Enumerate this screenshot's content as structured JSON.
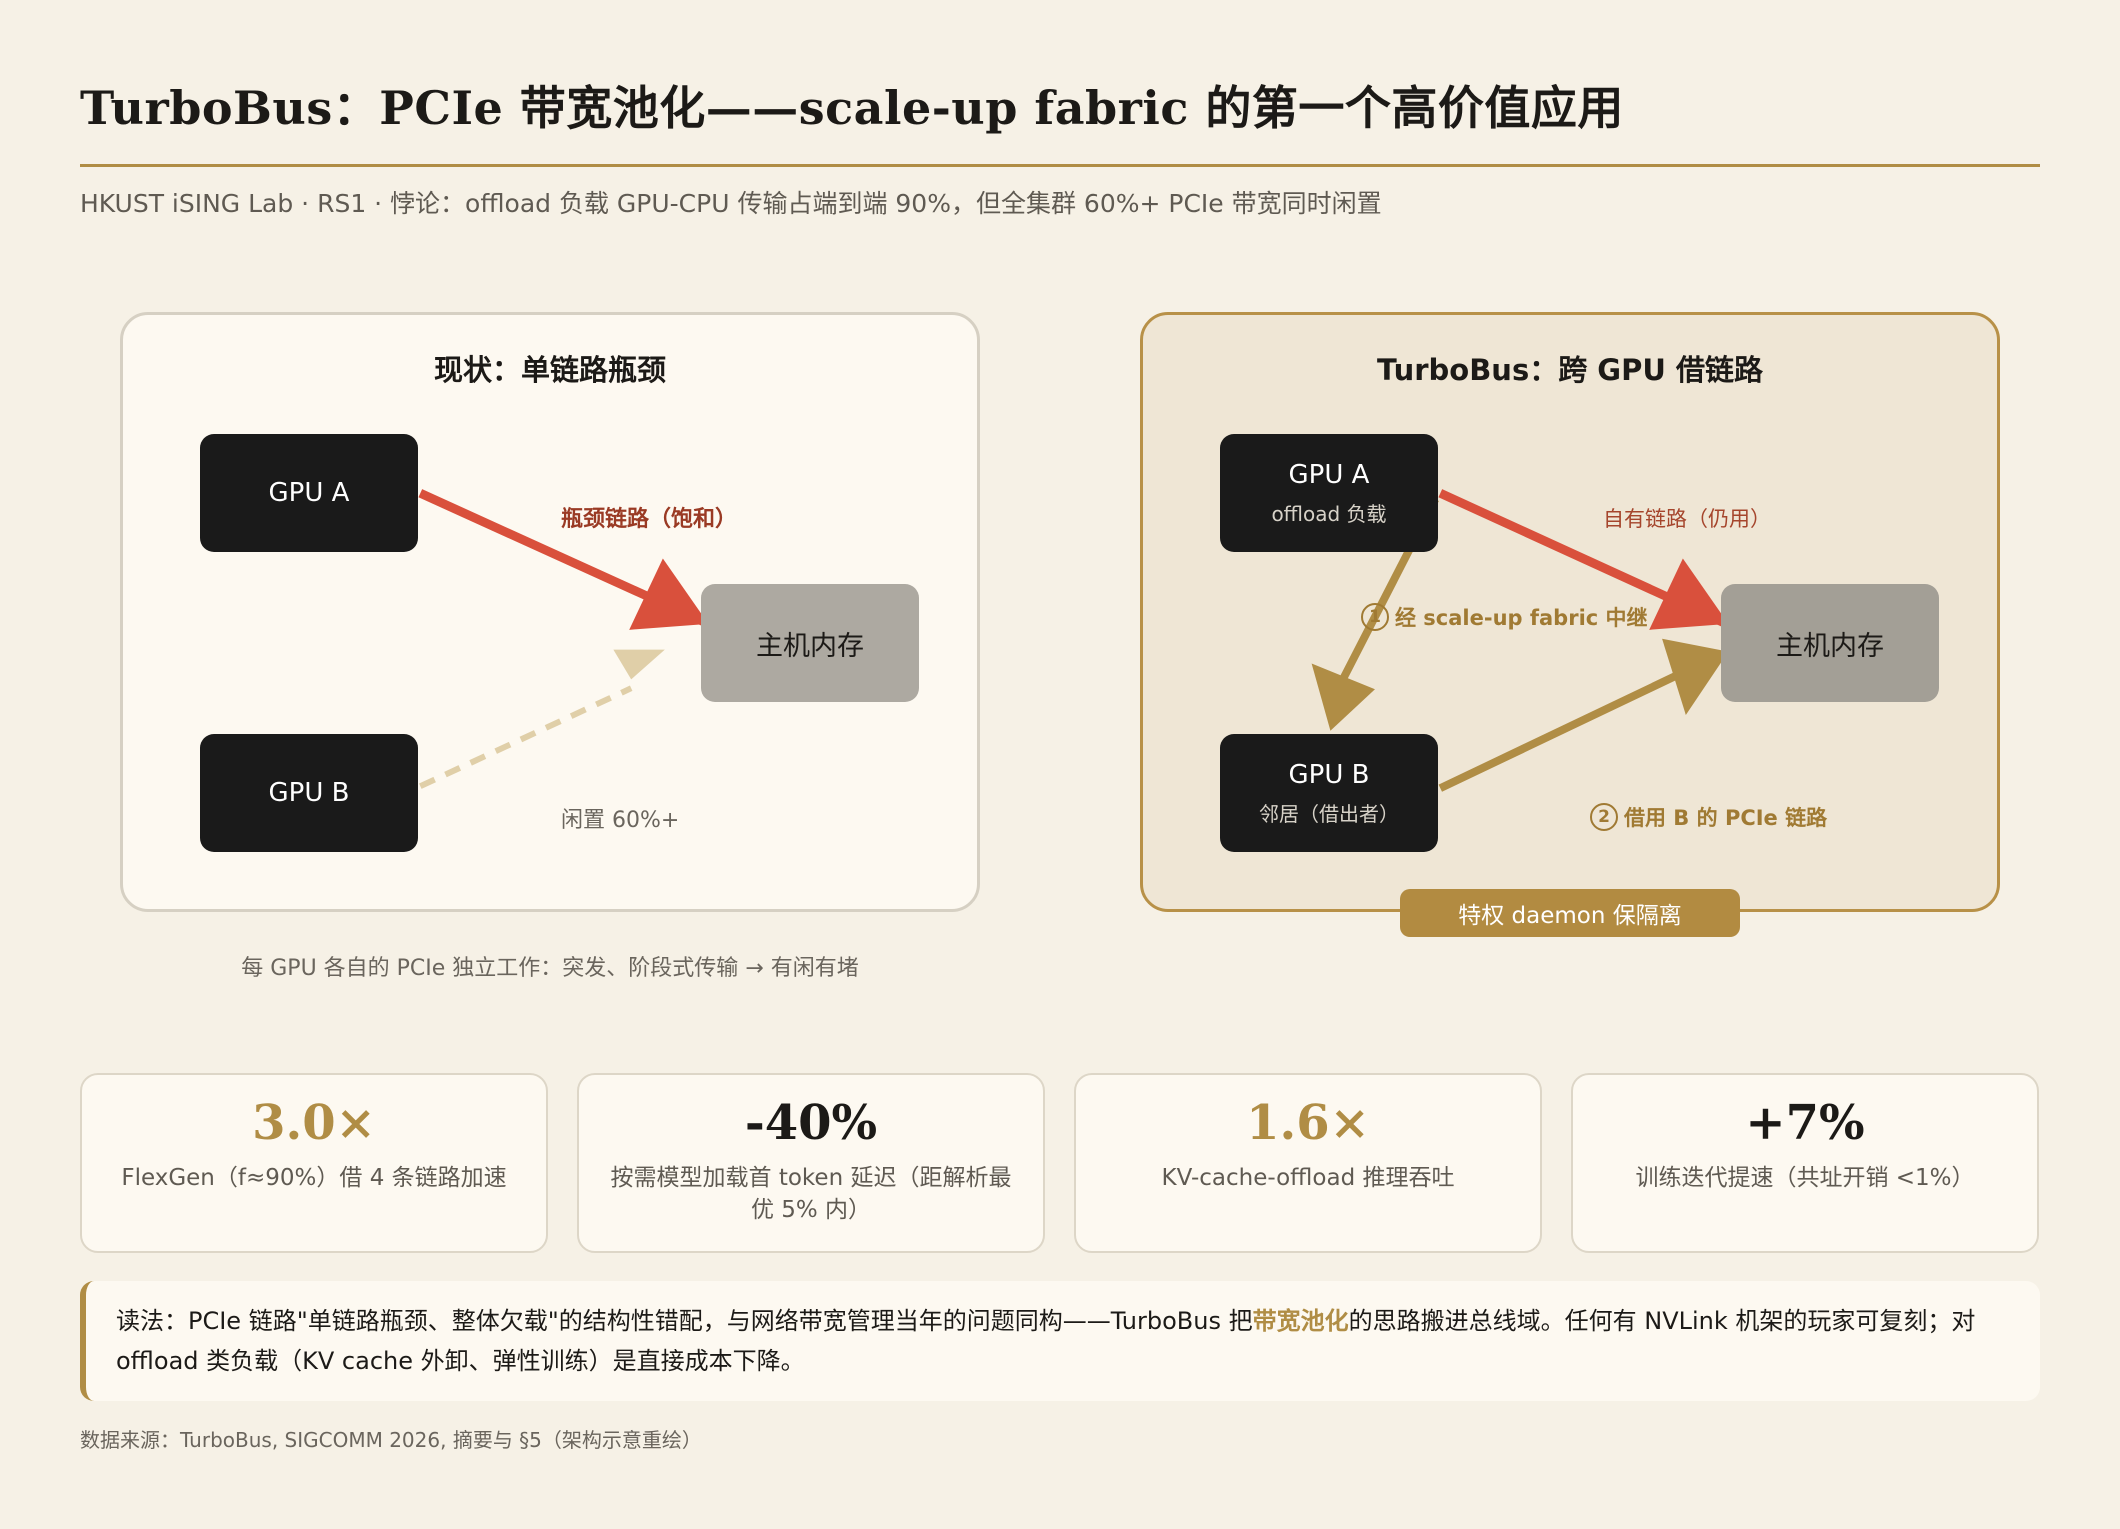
{
  "header": {
    "title": "TurboBus：PCIe 带宽池化——scale-up fabric 的第一个高价值应用",
    "subtitle": "HKUST iSING Lab · RS1 · 悖论：offload 负载 GPU-CPU 传输占端到端 90%，但全集群 60%+ PCIe 带宽同时闲置"
  },
  "left_panel": {
    "title": "现状：单链路瓶颈",
    "gpu_a": "GPU A",
    "gpu_b": "GPU B",
    "memory": "主机内存",
    "bottleneck_label": "瓶颈链路（饱和）",
    "idle_label": "闲置 60%+",
    "caption": "每 GPU 各自的 PCIe 独立工作：突发、阶段式传输 → 有闲有堵"
  },
  "right_panel": {
    "title": "TurboBus：跨 GPU 借链路",
    "gpu_a": "GPU A",
    "gpu_a_sub": "offload 负载",
    "gpu_b": "GPU B",
    "gpu_b_sub": "邻居（借出者）",
    "memory": "主机内存",
    "own_link_label": "自有链路（仍用）",
    "step1_num": "1",
    "step1_label": "经 scale-up fabric 中继",
    "step2_num": "2",
    "step2_label": "借用 B 的 PCIe 链路",
    "badge": "特权 daemon 保隔离"
  },
  "stats": [
    {
      "value": "3.0×",
      "desc": "FlexGen（f≈90%）借 4 条链路加速"
    },
    {
      "value": "-40%",
      "desc": "按需模型加载首 token 延迟（距解析最优 5% 内）"
    },
    {
      "value": "1.6×",
      "desc": "KV-cache-offload 推理吞吐"
    },
    {
      "value": "+7%",
      "desc": "训练迭代提速（共址开销 <1%）"
    }
  ],
  "note": {
    "part1": "读法：PCIe 链路\"单链路瓶颈、整体欠载\"的结构性错配，与网络带宽管理当年的问题同构——TurboBus 把",
    "highlight": "带宽池化",
    "part2": "的思路搬进总线域。任何有 NVLink 机架的玩家可复刻；对 offload 类负载（KV cache 外卸、弹性训练）是直接成本下降。"
  },
  "source": "数据来源：TurboBus, SIGCOMM 2026, 摘要与 §5（架构示意重绘）",
  "colors": {
    "accent_gold": "#b08d45",
    "bottleneck_red": "#d9503c",
    "idle_beige": "#e0cfa8",
    "node_black": "#1a1a1a"
  }
}
